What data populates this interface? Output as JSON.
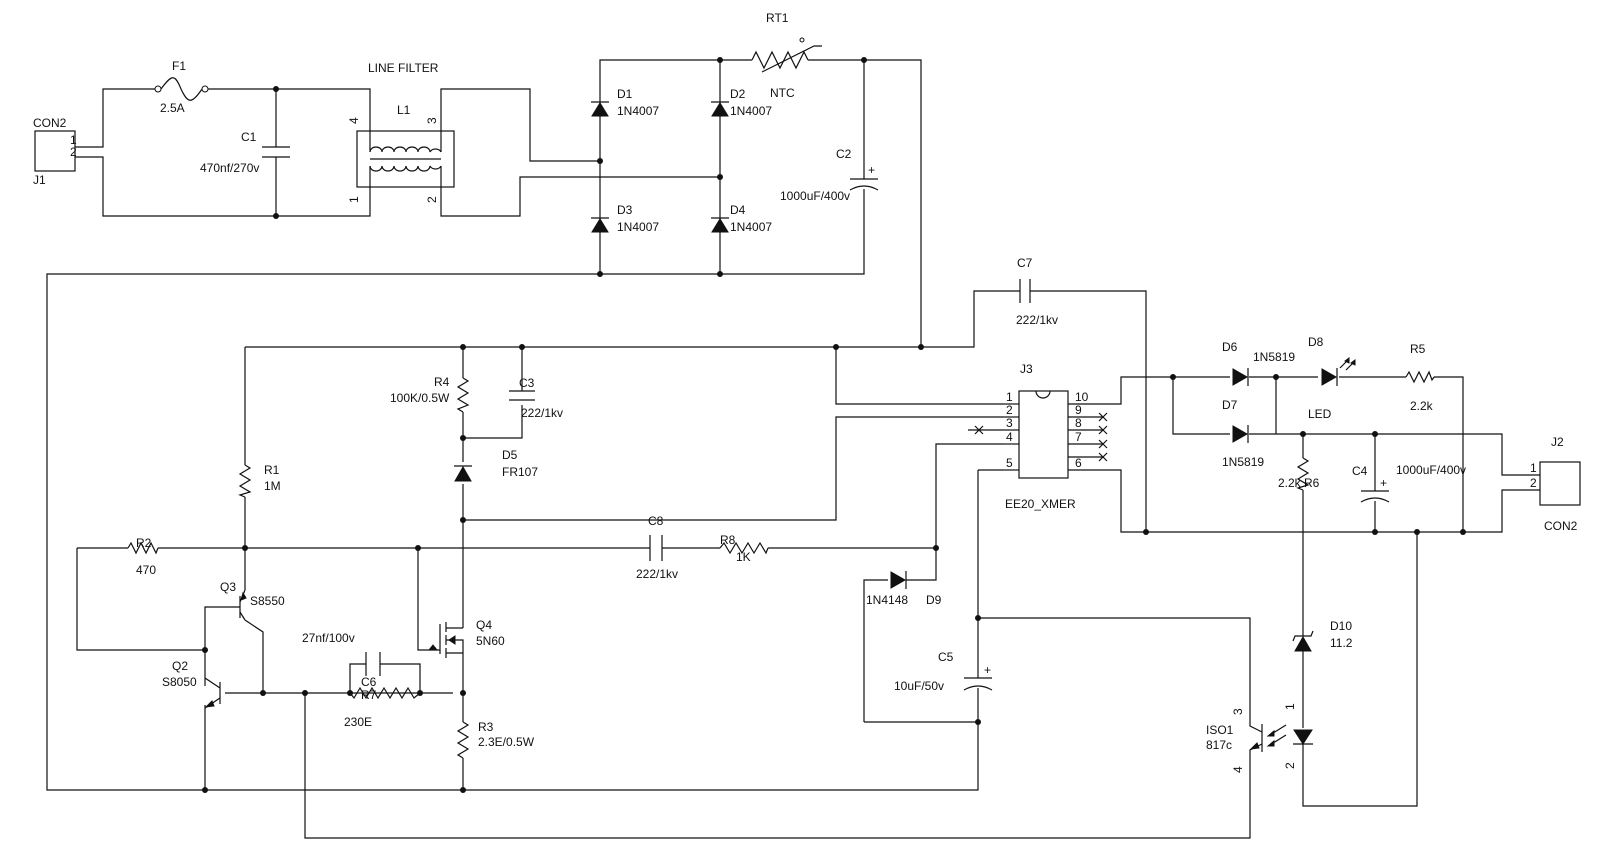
{
  "labels": {
    "con2_left": "CON2",
    "j1": "J1",
    "pin1": "1",
    "pin2": "2",
    "f1": "F1",
    "f1_val": "2.5A",
    "c1": "C1",
    "c1_val": "470nf/270v",
    "line_filter": "LINE FILTER",
    "l1": "L1",
    "l1_p4": "4",
    "l1_p3": "3",
    "l1_p1": "1",
    "l1_p2": "2",
    "rt1": "RT1",
    "ntc": "NTC",
    "d1": "D1",
    "d1_val": "1N4007",
    "d2": "D2",
    "d2_val": "1N4007",
    "d3": "D3",
    "d3_val": "1N4007",
    "d4": "D4",
    "d4_val": "1N4007",
    "c2": "C2",
    "c2_val": "1000uF/400v",
    "c7": "C7",
    "c7_val": "222/1kv",
    "r4": "R4",
    "r4_val": "100K/0.5W",
    "c3": "C3",
    "c3_val": "222/1kv",
    "d5": "D5",
    "d5_val": "FR107",
    "r1": "R1",
    "r1_val": "1M",
    "r2": "R2",
    "r2_val": "470",
    "q3": "Q3",
    "q3_val": "S8550",
    "q2": "Q2",
    "q2_val": "S8050",
    "c8": "C8",
    "c8_val": "222/1kv",
    "r8": "R8",
    "r8_val": "1K",
    "q4": "Q4",
    "q4_val": "5N60",
    "c6_val": "27nf/100v",
    "c6": "C6",
    "r7": "R7",
    "r7_val": "230E",
    "r3": "R3",
    "r3_val": "2.3E/0.5W",
    "j3": "J3",
    "j3_val": "EE20_XMER",
    "j3_p1": "1",
    "j3_p2": "2",
    "j3_p3": "3",
    "j3_p4": "4",
    "j3_p5": "5",
    "j3_p6": "6",
    "j3_p7": "7",
    "j3_p8": "8",
    "j3_p9": "9",
    "j3_p10": "10",
    "d9_val": "1N4148",
    "d9": "D9",
    "c5": "C5",
    "c5_val": "10uF/50v",
    "d6": "D6",
    "d6_val": "1N5819",
    "d7": "D7",
    "d7_val": "1N5819",
    "d8": "D8",
    "led": "LED",
    "r5": "R5",
    "r5_val": "2.2k",
    "r6": "2.2k R6",
    "c4": "C4",
    "c4_val": "1000uF/400v",
    "j2": "J2",
    "con2_right": "CON2",
    "d10": "D10",
    "d10_val": "11.2",
    "iso1": "ISO1",
    "iso1_val": "817c",
    "iso_p3": "3",
    "iso_p4": "4",
    "iso_p1": "1",
    "iso_p2": "2"
  }
}
